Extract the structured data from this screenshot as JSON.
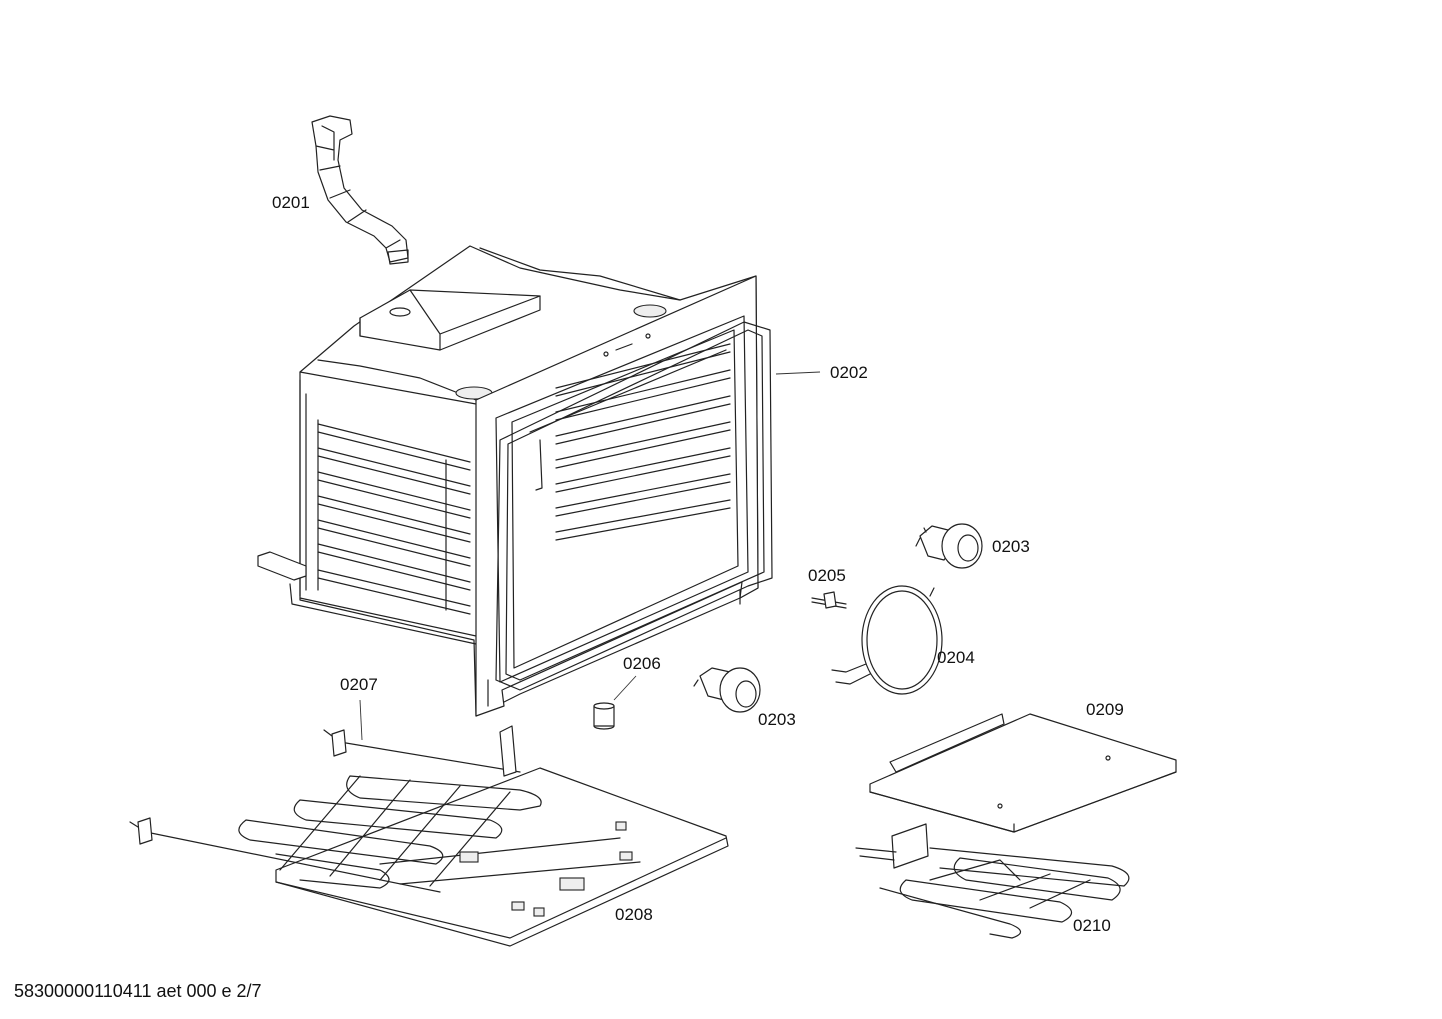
{
  "diagram": {
    "colors": {
      "line": "#222222",
      "text": "#111111",
      "background": "#ffffff"
    },
    "labels": {
      "p0201": "0201",
      "p0202": "0202",
      "p0203a": "0203",
      "p0203b": "0203",
      "p0204": "0204",
      "p0205": "0205",
      "p0206": "0206",
      "p0207": "0207",
      "p0208": "0208",
      "p0209": "0209",
      "p0210": "0210"
    },
    "footer": "58300000110411 aet 000 e 2/7"
  }
}
